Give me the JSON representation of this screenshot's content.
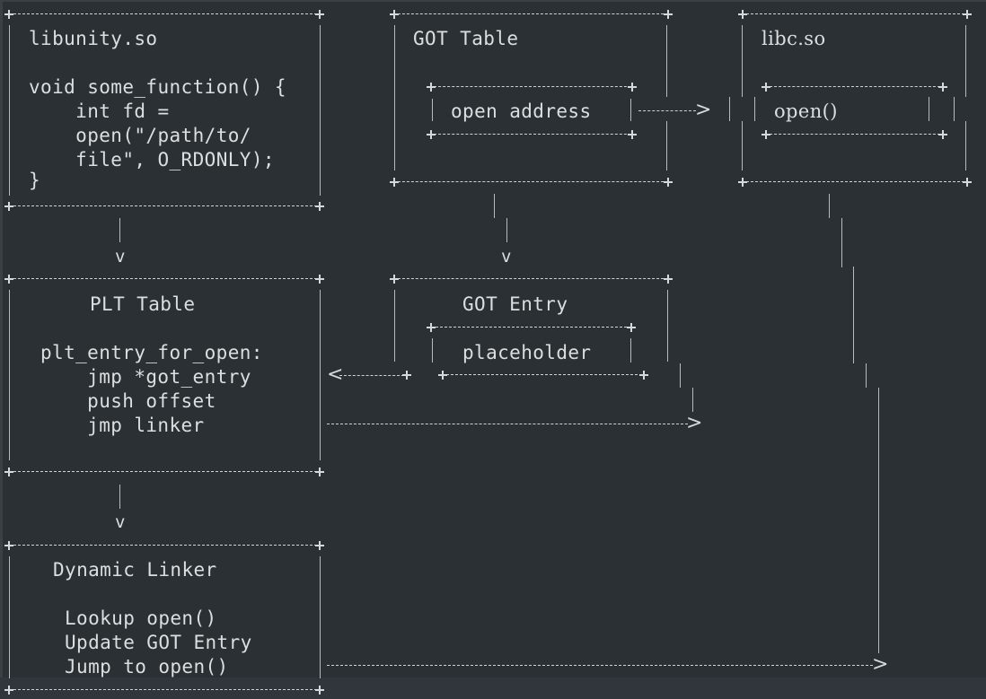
{
  "boxes": {
    "libunity": {
      "title": "libunity.so",
      "code": [
        "void some_function() {",
        "    int fd =",
        "    open(\"/path/to/",
        "    file\", O_RDONLY);",
        "}"
      ]
    },
    "got_table": {
      "title": "GOT Table",
      "inner_label": "open address"
    },
    "libc": {
      "title": "libc.so",
      "inner_label": "open()"
    },
    "plt_table": {
      "title": "PLT Table",
      "lines": [
        "plt_entry_for_open:",
        "    jmp *got_entry",
        "    push offset",
        "    jmp linker"
      ]
    },
    "got_entry": {
      "title": "GOT Entry",
      "inner_label": "placeholder"
    },
    "dynamic_linker": {
      "title": "Dynamic Linker",
      "lines": [
        "Lookup open()",
        "Update GOT Entry",
        "Jump to open()"
      ]
    }
  },
  "arrows": {
    "down_glyph": "v",
    "right_glyph": ">",
    "left_glyph": "<"
  }
}
